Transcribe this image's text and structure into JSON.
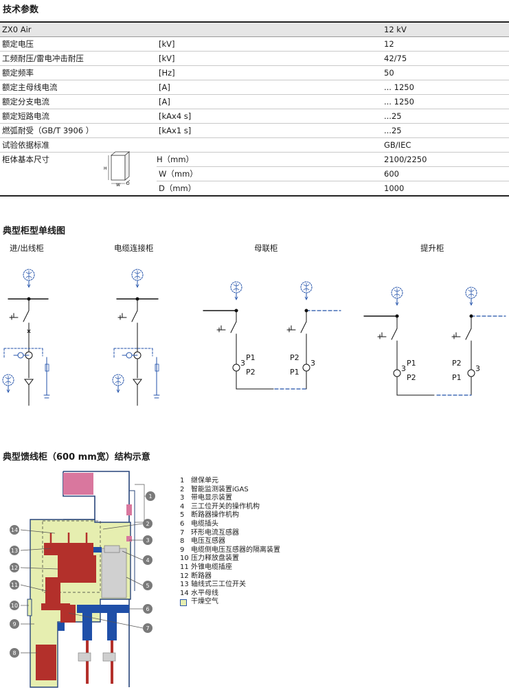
{
  "section_titles": {
    "tech_params": "技术参数",
    "single_line": "典型柜型单线图",
    "structure": "典型馈线柜（600 mm宽）结构示意"
  },
  "spec_table": {
    "header": {
      "name": "ZX0 Air",
      "value": "12 kV"
    },
    "rows": [
      {
        "name": "额定电压",
        "unit": "[kV]",
        "value": "12"
      },
      {
        "name": "工频耐压/雷电冲击耐压",
        "unit": "[kV]",
        "value": "42/75"
      },
      {
        "name": "额定频率",
        "unit": "[Hz]",
        "value": "50"
      },
      {
        "name": "额定主母线电流",
        "unit": "[A]",
        "value": "... 1250"
      },
      {
        "name": "额定分支电流",
        "unit": "[A]",
        "value": "... 1250"
      },
      {
        "name": "额定短路电流",
        "unit": "[kAx4 s]",
        "value": "...25"
      },
      {
        "name": "燃弧耐受（GB/T 3906 ）",
        "unit": "[kAx1 s]",
        "value": "...25"
      },
      {
        "name": "试验依据标准",
        "unit": "",
        "value": "GB/IEC"
      }
    ],
    "dimensions": {
      "name": "柜体基本尺寸",
      "icon_labels": {
        "h": "H",
        "w": "W",
        "d": "D"
      },
      "rows": [
        {
          "label": "H（mm）",
          "value": "2100/2250"
        },
        {
          "label": "W（mm）",
          "value": "600"
        },
        {
          "label": "D（mm）",
          "value": "1000"
        }
      ]
    }
  },
  "diagram_captions": [
    "进/出线柜",
    "电缆连接柜",
    "母联柜",
    "提升柜"
  ],
  "diagram_labels": {
    "p1": "P1",
    "p2": "P2",
    "three": "3"
  },
  "legend": [
    {
      "num": "1",
      "text": "继保单元"
    },
    {
      "num": "2",
      "text": "智能监测装置iGAS"
    },
    {
      "num": "3",
      "text": "带电显示装置"
    },
    {
      "num": "4",
      "text": "三工位开关的操作机构"
    },
    {
      "num": "5",
      "text": "断路器操作机构"
    },
    {
      "num": "6",
      "text": "电缆插头"
    },
    {
      "num": "7",
      "text": "环形电流互感器"
    },
    {
      "num": "8",
      "text": "电压互感器"
    },
    {
      "num": "9",
      "text": "电缆侧电压互感器的隔离装置"
    },
    {
      "num": "10",
      "text": "压力释放盘装置"
    },
    {
      "num": "11",
      "text": "外锥电缆插座"
    },
    {
      "num": "12",
      "text": "断路器"
    },
    {
      "num": "13",
      "text": "轴线式三工位开关"
    },
    {
      "num": "14",
      "text": "水平母线"
    }
  ],
  "legend_swatch_text": "干燥空气",
  "callouts": [
    "1",
    "2",
    "3",
    "4",
    "5",
    "6",
    "7",
    "8",
    "9",
    "10",
    "11",
    "12",
    "13",
    "14"
  ],
  "colors": {
    "gas": "#e6eeb0",
    "pink": "#d9779e",
    "red": "#b3302b",
    "blue": "#1f4fa8",
    "navy": "#27447a"
  }
}
